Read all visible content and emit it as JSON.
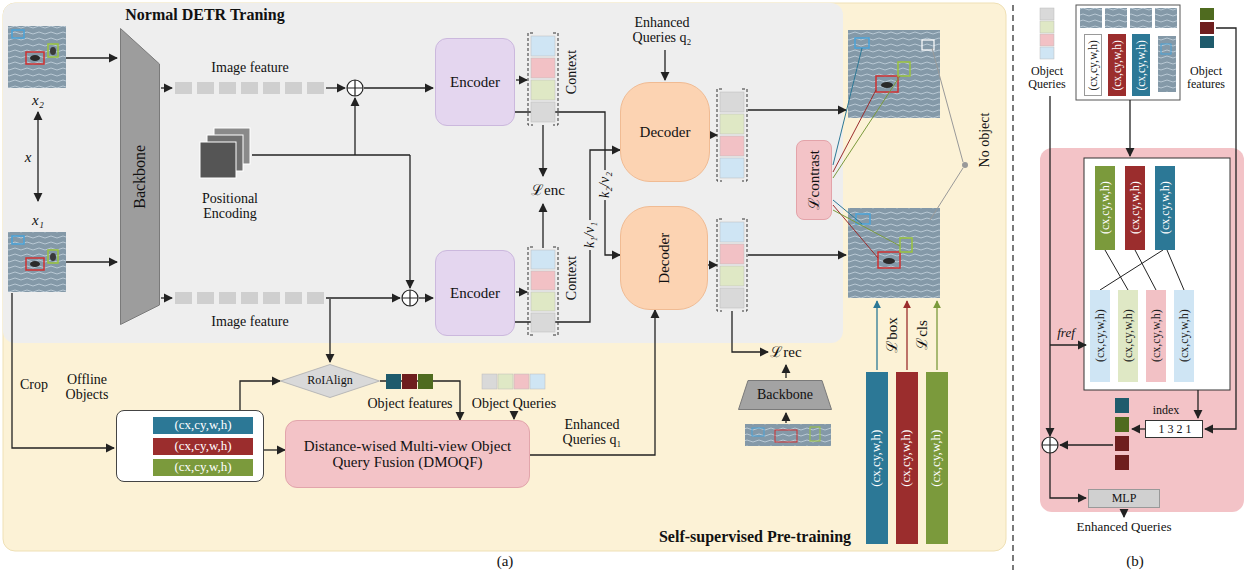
{
  "diagram": {
    "nodes": [
      {
        "text": [
          "Self-supervised Pre-training"
        ]
      },
      {
        "text": [
          "Normal DETR Traning"
        ],
        "in": 0
      },
      {
        "text": [
          "Backbone"
        ],
        "in": 1
      },
      {
        "text": [
          "Encoder"
        ],
        "in": 1
      },
      {
        "text": [
          "Encoder"
        ],
        "in": 1
      },
      {
        "text": [
          "Decoder"
        ],
        "in": 1
      },
      {
        "text": [
          "Decoder"
        ],
        "in": 1
      },
      {
        "text": [
          "ℒcontrast"
        ],
        "in": 1
      },
      {
        "text": [
          "Offline Objects"
        ],
        "in": 0
      },
      {
        "text": [
          "(cx,cy,w,h)"
        ],
        "in": 8
      },
      {
        "text": [
          "(cx,cy,w,h)"
        ],
        "in": 8
      },
      {
        "text": [
          "(cx,cy,w,h)"
        ],
        "in": 8
      },
      {
        "text": [
          "RoIAlign"
        ],
        "in": 0
      },
      {
        "text": [
          "Distance-wised Multi-view Object Query Fusion (DMOQF)"
        ],
        "in": 0
      },
      {
        "text": [
          "Backbone"
        ],
        "in": 0
      },
      {
        "text": [
          "(cx,cy,w,h)"
        ],
        "in": 0
      },
      {
        "text": [
          "(cx,cy,w,h)"
        ],
        "in": 0
      },
      {
        "text": [
          "(cx,cy,w,h)"
        ],
        "in": 0
      },
      {
        "text": [
          "(cx,cy,w,h)"
        ]
      },
      {
        "text": [
          "(cx,cy,w,h)"
        ]
      },
      {
        "text": [
          "(cx,cy,w,h)"
        ]
      },
      {
        "text": [
          "(cx,cy,w,h)"
        ]
      },
      {
        "text": [
          "(cx,cy,w,h)"
        ]
      },
      {
        "text": [
          "(cx,cy,w,h)"
        ]
      },
      {
        "text": [
          "(cx,cy,w,h)"
        ]
      },
      {
        "text": [
          "(cx,cy,w,h)"
        ]
      },
      {
        "text": [
          "(cx,cy,w,h)"
        ]
      },
      {
        "text": [
          "(cx,cy,w,h)"
        ]
      },
      {
        "text": [
          "index",
          "1 3 2 1"
        ]
      },
      {
        "text": [
          "MLP"
        ]
      }
    ],
    "edges": [
      {
        "from": 4,
        "to": 5,
        "arrow": "to",
        "label": "k₁/v₁"
      },
      {
        "from": 3,
        "to": 6,
        "arrow": "to",
        "label": "k₂/v₂"
      },
      {
        "from": 13,
        "to": 6,
        "arrow": "to",
        "label": "Enhanced Queries q₁"
      },
      {
        "from": 12,
        "to": 13,
        "arrow": "to"
      },
      {
        "from": 8,
        "to": 12,
        "arrow": "to"
      },
      {
        "from": 8,
        "to": 13,
        "arrow": "to"
      },
      {
        "from": 21,
        "to": 25,
        "arrow": "none"
      },
      {
        "from": 22,
        "to": 26,
        "arrow": "none"
      },
      {
        "from": 23,
        "to": 24,
        "arrow": "none"
      },
      {
        "from": 23,
        "to": 27,
        "arrow": "none"
      }
    ],
    "labels": [
      "x₂",
      "x",
      "x₁",
      "Image feature",
      "Image feature",
      "Positional Encoding",
      "Context",
      "Context",
      "ℒenc",
      "Enhanced Queries q₂",
      "No object",
      "Crop",
      "Object features",
      "Object Queries",
      "ℒrec",
      "ℒbox",
      "ℒcls",
      "(a)",
      "Object Queries",
      "Object features",
      "fref",
      "Enhanced Queries",
      "(b)"
    ]
  }
}
